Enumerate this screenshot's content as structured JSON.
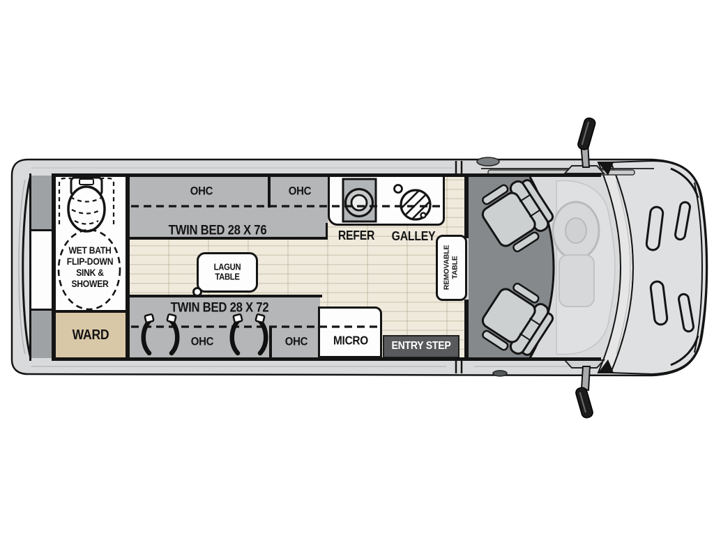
{
  "floorplan": {
    "wet_bath": {
      "line1": "WET BATH",
      "line2": "FLIP-DOWN",
      "line3": "SINK &",
      "line4": "SHOWER"
    },
    "ward_label": "WARD",
    "cabinets": {
      "top_left": "OHC",
      "top_right": "OHC",
      "bottom_left": "OHC",
      "bottom_right": "OHC"
    },
    "beds": {
      "top": "TWIN BED 28 X 76",
      "bottom": "TWIN BED 28 X 72"
    },
    "galley": {
      "refrigerator": "REFER",
      "galley_label": "GALLEY"
    },
    "tables": {
      "lagun_line1": "LAGUN",
      "lagun_line2": "TABLE",
      "removable_line1": "REMOVABLE",
      "removable_line2": "TABLE"
    },
    "microwave_label": "MICRO",
    "entry_step_label": "ENTRY STEP"
  },
  "colors": {
    "cabinet_gray": "#b4b6b8",
    "wood_floor": "#efeadc",
    "ward_tan": "#d9c8a7",
    "entry_step_dark": "#595a5c",
    "body_gray": "#d9dadb",
    "cab_floor_gray": "#85898c",
    "seat_gray": "#cdd0d1",
    "outline_black": "#141414"
  }
}
